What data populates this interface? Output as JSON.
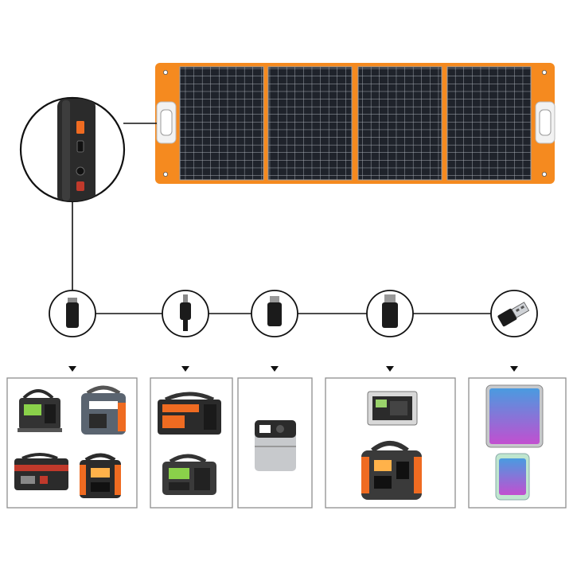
{
  "colors": {
    "frame_orange": "#f58a1f",
    "panel_cell": "#1f232b",
    "panel_grid": "#c9ccd2",
    "line": "#111111",
    "box_border": "#8f8f8f",
    "plastic_dark": "#2b2b2b",
    "accent_orange": "#ef6b21",
    "device_silver": "#c7c9cc",
    "phone_green": "#bfe6cf"
  },
  "solar_panel": {
    "panel_count": 4,
    "handles": [
      "left-handle",
      "right-handle"
    ]
  },
  "port_callout": {
    "ports": [
      "usb-a-port",
      "usb-c-port",
      "dc-output-port"
    ]
  },
  "connectors": [
    {
      "icon": "dc-small-barrel-plug-icon"
    },
    {
      "icon": "dc-slim-plug-icon"
    },
    {
      "icon": "dc-medium-barrel-plug-icon"
    },
    {
      "icon": "dc-large-barrel-plug-icon"
    },
    {
      "icon": "usb-a-plug-icon"
    }
  ],
  "device_groups": [
    {
      "devices": [
        "portable-power-station-icon",
        "portable-power-station-icon",
        "portable-power-station-icon",
        "portable-power-station-icon"
      ]
    },
    {
      "devices": [
        "portable-power-station-icon",
        "portable-power-station-icon"
      ]
    },
    {
      "devices": [
        "portable-power-station-icon"
      ]
    },
    {
      "devices": [
        "portable-power-station-icon",
        "portable-power-station-icon"
      ]
    },
    {
      "devices": [
        "tablet-icon",
        "smartphone-icon"
      ]
    }
  ]
}
